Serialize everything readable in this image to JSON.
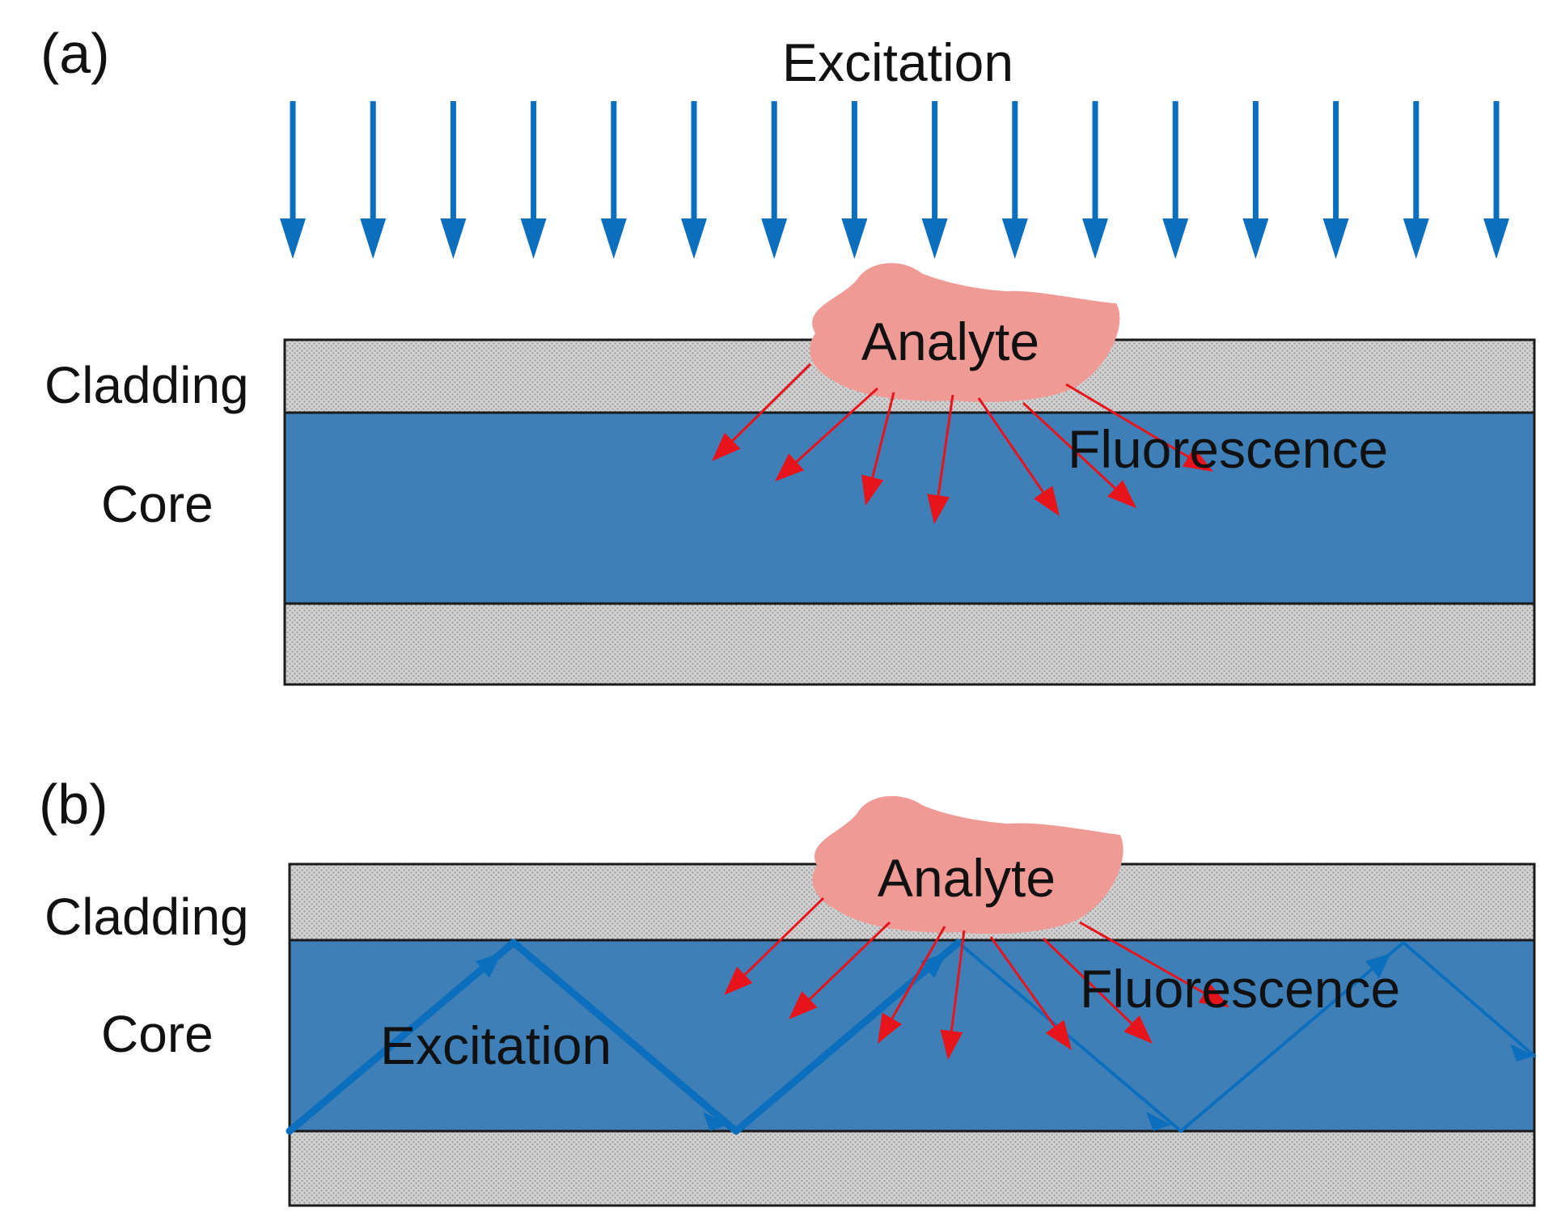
{
  "panels": {
    "a": {
      "label": "(a)",
      "excitation_label": "Excitation",
      "analyte_label": "Analyte",
      "fluorescence_label": "Fluorescence",
      "cladding_label": "Cladding",
      "core_label": "Core",
      "excitation_arrow_count": 16,
      "fluorescence_arrow_count": 7
    },
    "b": {
      "label": "(b)",
      "excitation_label": "Excitation",
      "analyte_label": "Analyte",
      "fluorescence_label": "Fluorescence",
      "cladding_label": "Cladding",
      "core_label": "Core",
      "fluorescence_arrow_count": 7
    }
  },
  "colors": {
    "core": "#3f7fb8",
    "cladding": "#c9c9c9",
    "excitation": "#0c6fbe",
    "analyte": "#f09a96",
    "fluorescence": "#e8141c",
    "outline": "#1a1a1a"
  }
}
